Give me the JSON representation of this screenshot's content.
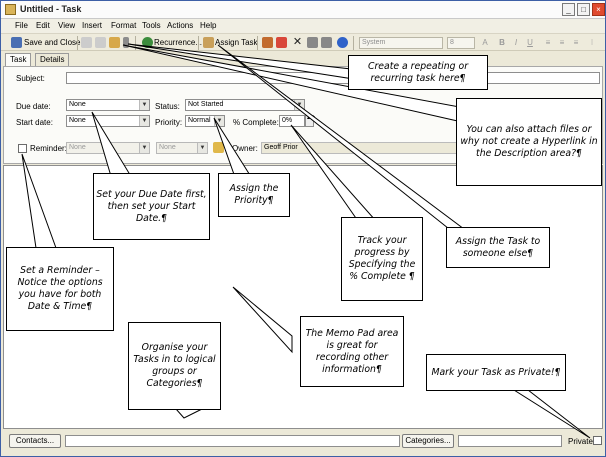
{
  "window": {
    "title": "Untitled - Task",
    "controls": [
      "_",
      "□",
      "×"
    ]
  },
  "menu": [
    "File",
    "Edit",
    "View",
    "Insert",
    "Format",
    "Tools",
    "Actions",
    "Help"
  ],
  "toolbar": {
    "save_close": "Save and Close",
    "recurrence": "Recurrence...",
    "assign_task": "Assign Task",
    "font_combo": "System",
    "size_combo": "8",
    "format_buttons": [
      "A",
      "B",
      "I",
      "U",
      "≡",
      "≡",
      "≡",
      "⁝"
    ]
  },
  "tabs": [
    "Task",
    "Details"
  ],
  "form": {
    "subject_label": "Subject:",
    "subject_value": "",
    "due_label": "Due date:",
    "due_value": "None",
    "start_label": "Start date:",
    "start_value": "None",
    "status_label": "Status:",
    "status_value": "Not Started",
    "priority_label": "Priority:",
    "priority_value": "Normal",
    "complete_label": "% Complete:",
    "complete_value": "0%",
    "reminder_label": "Reminder:",
    "reminder_date": "None",
    "reminder_time": "None",
    "owner_label": "Owner:",
    "owner_value": "Geoff Prior"
  },
  "bottom": {
    "contacts": "Contacts...",
    "categories": "Categories...",
    "private": "Private"
  },
  "callouts": {
    "recurring": "Create a repeating or recurring task here¶",
    "attach": "You can also attach files or why not create a Hyperlink in the Description area?¶",
    "due": "Set your Due Date first, then set your Start Date.¶",
    "priority": "Assign the Priority¶",
    "progress": "Track your progress by Specifying the % Complete ¶",
    "assign": "Assign the Task to someone else¶",
    "reminder": "Set a Reminder – Notice the options you have for both Date & Time¶",
    "categories": "Organise your Tasks in to logical groups or Categories¶",
    "memo": "The Memo Pad area is great for recording other information¶",
    "private": "Mark your Task as Private!¶"
  }
}
